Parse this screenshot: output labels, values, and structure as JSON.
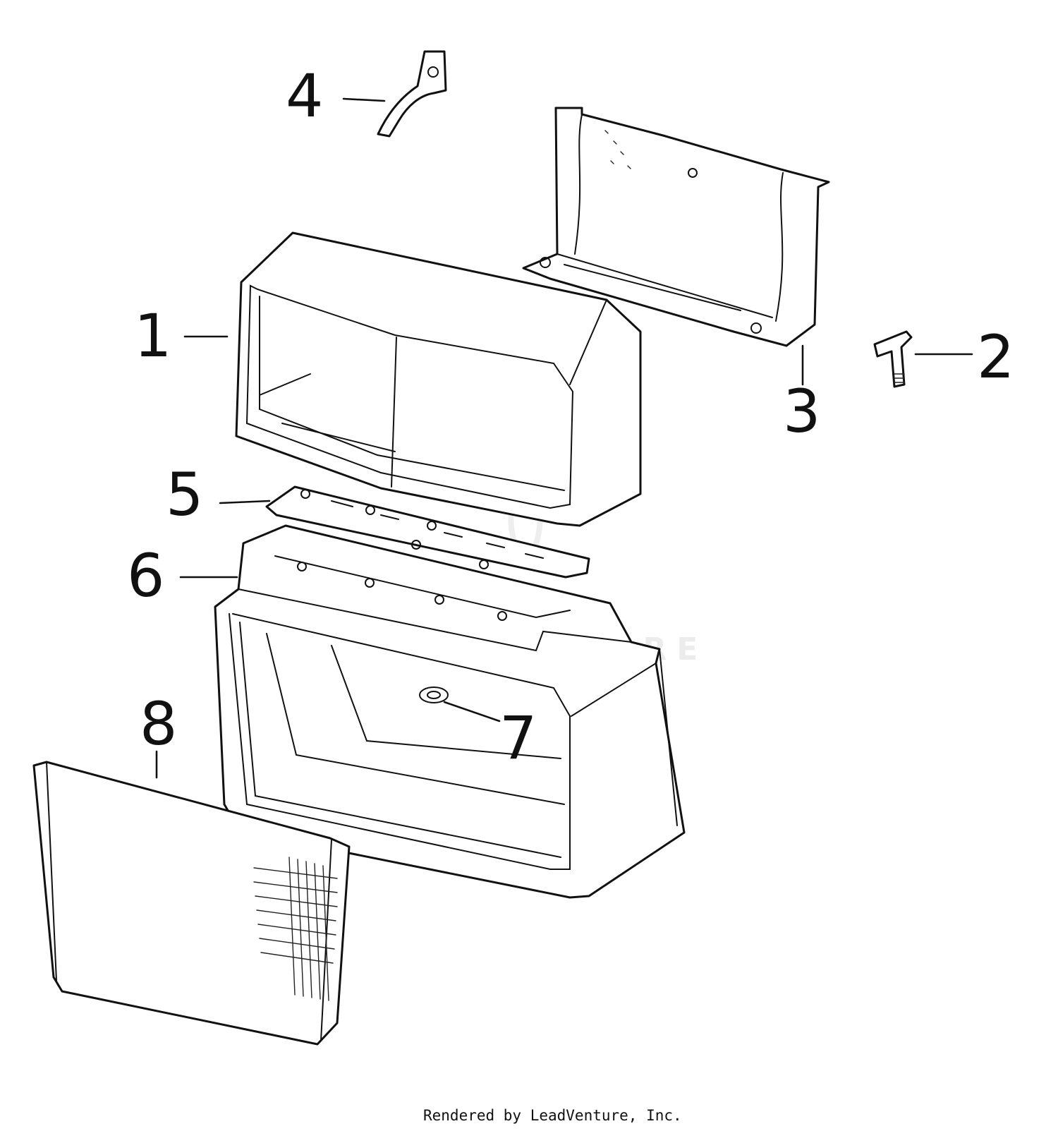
{
  "callouts": [
    "1",
    "2",
    "3",
    "4",
    "5",
    "6",
    "7",
    "8"
  ],
  "watermark": "LEADVENTURE",
  "footer": "Rendered by LeadVenture, Inc.",
  "colors": {
    "line": "#111111",
    "background": "#ffffff",
    "watermark": "#ececec"
  }
}
